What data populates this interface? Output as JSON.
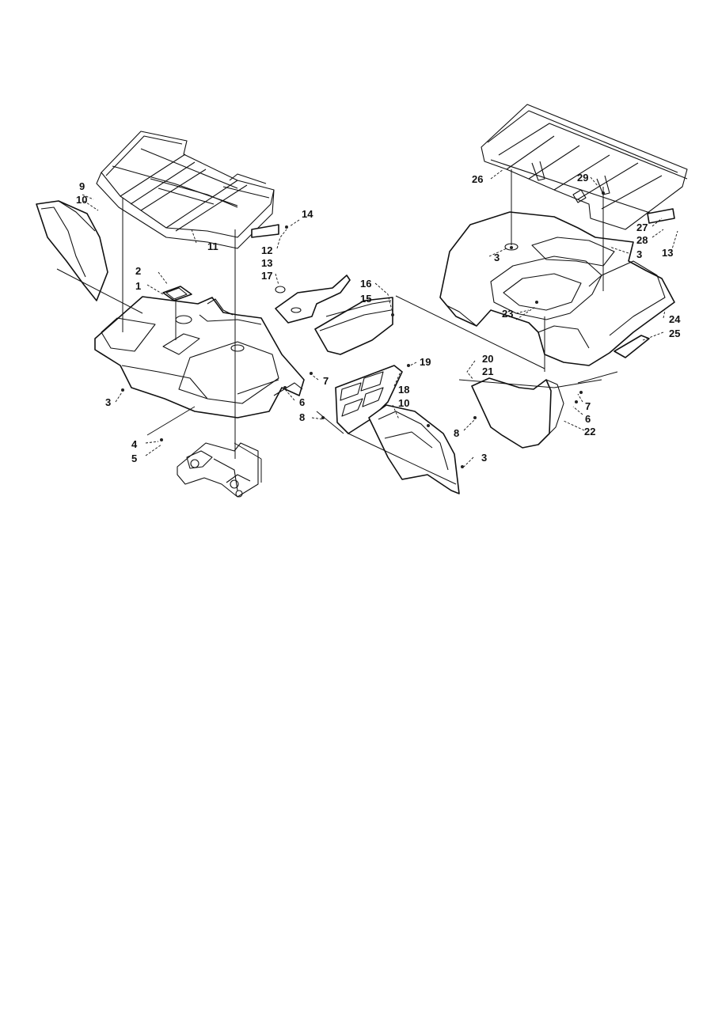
{
  "diagram": {
    "callouts": [
      {
        "id": "c9",
        "label": "9"
      },
      {
        "id": "c10a",
        "label": "10"
      },
      {
        "id": "c11",
        "label": "11"
      },
      {
        "id": "c12",
        "label": "12"
      },
      {
        "id": "c13a",
        "label": "13"
      },
      {
        "id": "c14",
        "label": "14"
      },
      {
        "id": "c17",
        "label": "17"
      },
      {
        "id": "c2",
        "label": "2"
      },
      {
        "id": "c1",
        "label": "1"
      },
      {
        "id": "c16",
        "label": "16"
      },
      {
        "id": "c15",
        "label": "15"
      },
      {
        "id": "c3a",
        "label": "3"
      },
      {
        "id": "c7a",
        "label": "7"
      },
      {
        "id": "c6a",
        "label": "6"
      },
      {
        "id": "c8a",
        "label": "8"
      },
      {
        "id": "c4",
        "label": "4"
      },
      {
        "id": "c5",
        "label": "5"
      },
      {
        "id": "c19",
        "label": "19"
      },
      {
        "id": "c18",
        "label": "18"
      },
      {
        "id": "c10b",
        "label": "10"
      },
      {
        "id": "c8b",
        "label": "8"
      },
      {
        "id": "c3b",
        "label": "3"
      },
      {
        "id": "c20",
        "label": "20"
      },
      {
        "id": "c21",
        "label": "21"
      },
      {
        "id": "c7b",
        "label": "7"
      },
      {
        "id": "c6b",
        "label": "6"
      },
      {
        "id": "c22",
        "label": "22"
      },
      {
        "id": "c26",
        "label": "26"
      },
      {
        "id": "c29",
        "label": "29"
      },
      {
        "id": "c27",
        "label": "27"
      },
      {
        "id": "c28",
        "label": "28"
      },
      {
        "id": "c13b",
        "label": "13"
      },
      {
        "id": "c3c",
        "label": "3"
      },
      {
        "id": "c3d",
        "label": "3"
      },
      {
        "id": "c23",
        "label": "23"
      },
      {
        "id": "c24",
        "label": "24"
      },
      {
        "id": "c25",
        "label": "25"
      }
    ]
  }
}
